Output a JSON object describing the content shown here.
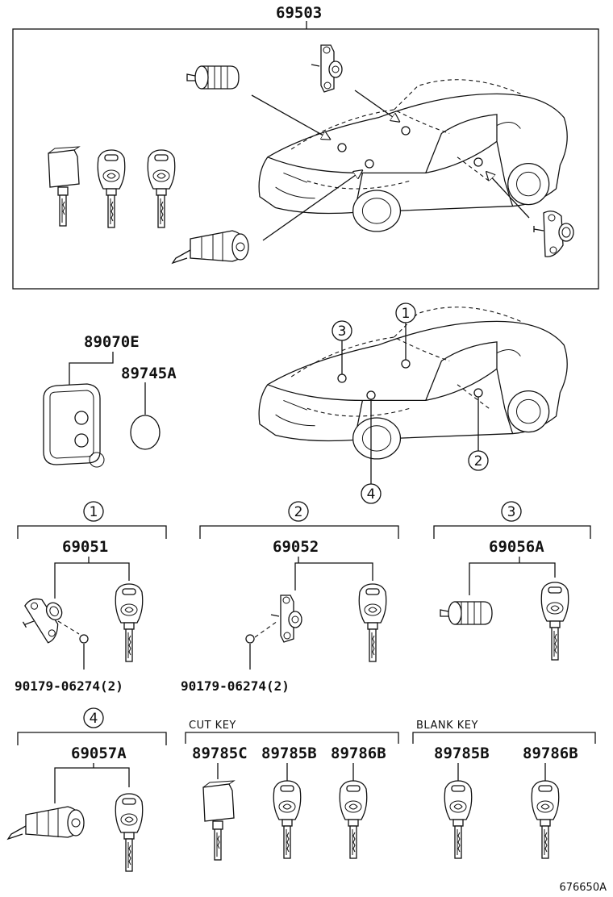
{
  "diagram": {
    "callouts": {
      "assembly": "69503",
      "transmitter": "89070E",
      "battery": "89745A"
    },
    "sections": {
      "s1": {
        "number": "1",
        "part": "69051",
        "sub": "90179-06274(2)"
      },
      "s2": {
        "number": "2",
        "part": "69052",
        "sub": "90179-06274(2)"
      },
      "s3": {
        "number": "3",
        "part": "69056A"
      },
      "s4": {
        "number": "4",
        "part": "69057A"
      }
    },
    "car_markers": [
      "1",
      "2",
      "3",
      "4"
    ],
    "cut_key": {
      "label": "CUT KEY",
      "parts": [
        "89785C",
        "89785B",
        "89786B"
      ]
    },
    "blank_key": {
      "label": "BLANK KEY",
      "parts": [
        "89785B",
        "89786B"
      ]
    },
    "reference": "676650A"
  }
}
